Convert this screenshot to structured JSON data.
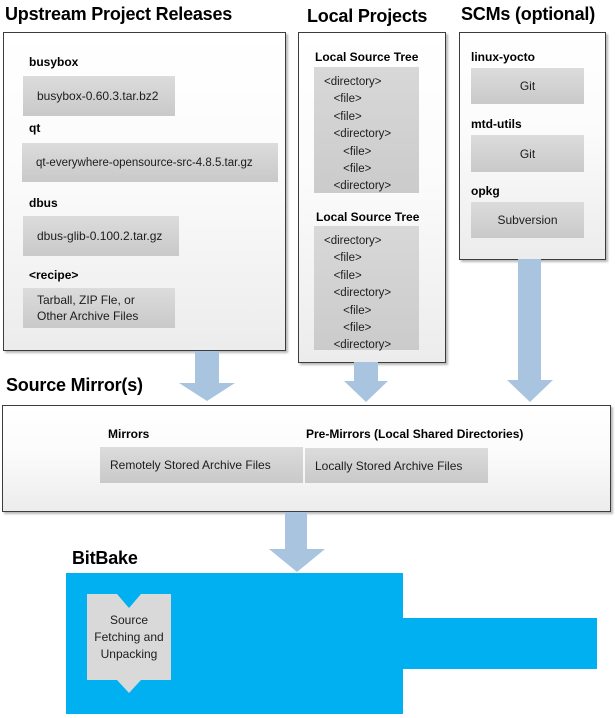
{
  "colors": {
    "accent_cyan": "#00b0f0",
    "arrow_blue": "#a9c4de",
    "box_gray": "#d0d0d0"
  },
  "upstream": {
    "title": "Upstream Project Releases",
    "items": [
      {
        "label": "busybox",
        "value": "busybox-0.60.3.tar.bz2"
      },
      {
        "label": "qt",
        "value": "qt-everywhere-opensource-src-4.8.5.tar.gz"
      },
      {
        "label": "dbus",
        "value": "dbus-glib-0.100.2.tar.gz"
      },
      {
        "label": "<recipe>",
        "value": "Tarball, ZIP Fle, or\nOther Archive Files"
      }
    ]
  },
  "local_projects": {
    "title": "Local Projects",
    "sections": [
      {
        "label": "Local Source Tree",
        "tree": "<directory>\n   <file>\n   <file>\n   <directory>\n      <file>\n      <file>\n   <directory>"
      },
      {
        "label": "Local Source Tree",
        "tree": "<directory>\n   <file>\n   <file>\n   <directory>\n      <file>\n      <file>\n   <directory>"
      }
    ]
  },
  "scms": {
    "title": "SCMs (optional)",
    "items": [
      {
        "label": "linux-yocto",
        "value": "Git"
      },
      {
        "label": "mtd-utils",
        "value": "Git"
      },
      {
        "label": "opkg",
        "value": "Subversion"
      }
    ]
  },
  "source_mirrors": {
    "title": "Source Mirror(s)",
    "mirrors_label": "Mirrors",
    "mirrors_value": "Remotely Stored Archive Files",
    "premirrors_label": "Pre-Mirrors (Local Shared Directories)",
    "premirrors_value": "Locally Stored Archive Files"
  },
  "bitbake": {
    "title": "BitBake",
    "process": "Source\nFetching and\nUnpacking"
  }
}
